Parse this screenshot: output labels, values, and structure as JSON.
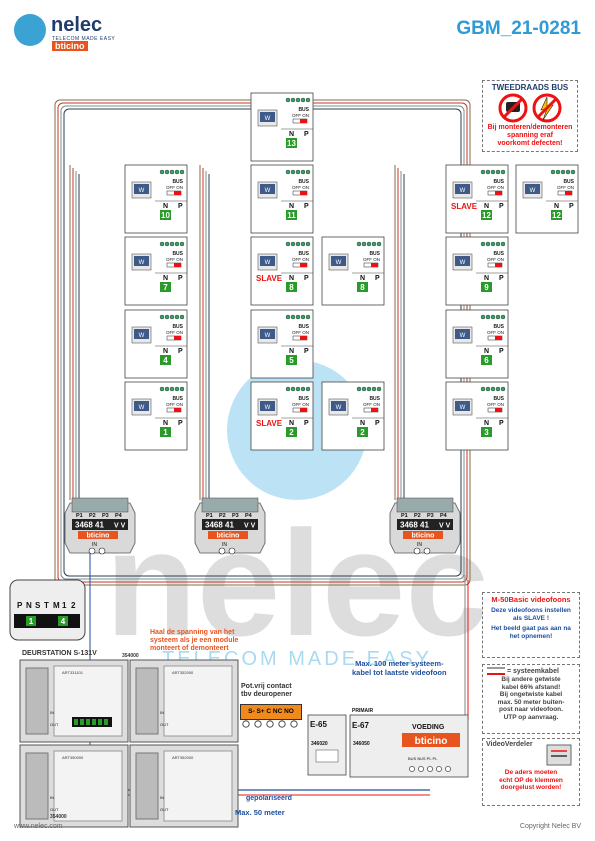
{
  "header": {
    "brand": "nelec",
    "brand_tagline": "TELECOM MADE EASY",
    "sub_brand": "bticino",
    "doc_number": "GBM_21-0281"
  },
  "warning": {
    "title": "TWEEDRAADS BUS",
    "text_lines": [
      "Bij monteren/demonteren",
      "spanning eraf",
      "voorkomt defecten!"
    ]
  },
  "monitor": {
    "screen_letter": "W",
    "bus": "BUS",
    "off_on": "OFF ON",
    "n": "N",
    "p": "P",
    "slave": "SLAVE"
  },
  "monitor_numbers": {
    "top": "13",
    "left": [
      "10",
      "7",
      "4",
      "1"
    ],
    "mid": [
      "11",
      "8",
      "8",
      "5",
      "2",
      "2"
    ],
    "right": [
      "12",
      "12",
      "9",
      "6",
      "3"
    ]
  },
  "distributor": {
    "terminals": [
      "P1",
      "P2",
      "P3",
      "P4"
    ],
    "model": "3468 41",
    "vv": "V V",
    "in": "IN"
  },
  "keypad": {
    "labels": [
      "P",
      "N",
      "S",
      "T",
      "M",
      "1",
      "2"
    ],
    "num_left": "1",
    "num_right": "4"
  },
  "door_station": {
    "title": "DEURSTATION S-131V",
    "module_code": "354000",
    "module_codes_small": [
      "ART331101",
      "ART352000",
      "ART350000",
      "ART352000"
    ],
    "in": "IN",
    "out": "OUT",
    "spanning_note": [
      "Haal de spanning van het",
      "systeem als je een module",
      "monteert of demonteert"
    ],
    "module_bottom": "354000"
  },
  "contact": {
    "title_lines": [
      "Pot.vrij contact",
      "tbv deuropener"
    ],
    "terminals": "S- S+ C NC NO"
  },
  "cable_notes": {
    "max100": [
      "Max. 100 meter systeem-",
      "kabel tot laatste videofoon"
    ],
    "max50": "Max. 50 meter",
    "gepolariseerd": "gepolariseerd"
  },
  "e65": {
    "name": "E-65",
    "code": "346020"
  },
  "e67": {
    "name": "E-67",
    "label": "VOEDING",
    "primair": "PRIMAIR",
    "code": "346050",
    "brand": "bticino",
    "terms": "BUS BUS PL PL"
  },
  "side_m50": {
    "title": "M-50Basic videofoons",
    "lines1": [
      "Deze videofoons instellen",
      "als SLAVE !"
    ],
    "lines2": [
      "Het beeld gaat pas aan na",
      "het opnemen!"
    ]
  },
  "side_kabel": {
    "title": "= systeemkabel",
    "lines": [
      "Bij andere getwiste",
      "kabel 66% afstand!",
      "Bij ongetwiste kabel",
      "max. 50 meter buiten-",
      "post naar videofoon.",
      "UTP op aanvraag."
    ]
  },
  "side_verdeler": {
    "title": "VideoVerdeler",
    "lines": [
      "De aders moeten",
      "echt OP de klemmen",
      "doorgelust worden!"
    ]
  },
  "footer": {
    "website": "www.nelec.com",
    "copyright": "Copyright Nelec BV"
  },
  "watermark": {
    "text": "nelec",
    "tagline": "TELECOM MADE EASY"
  },
  "colors": {
    "accent_blue": "#2e9ad6",
    "bticino_orange": "#e8541e",
    "slave_red": "#e11111",
    "num_green": "#2a9a2a"
  }
}
